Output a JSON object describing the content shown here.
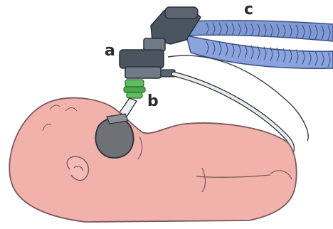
{
  "labels": {
    "a": "a",
    "b": "b",
    "c": "c"
  },
  "colors": {
    "skin": "#f2b2ac",
    "skin_outline": "#7a5a58",
    "hose": "#7f9ad3",
    "hose_ridge": "#3c4f86",
    "connector": "#4b5560",
    "connector_light": "#6f7a86",
    "adapter_green": "#5fbf5f",
    "tube": "#e8ecef",
    "mask": "#6e7276"
  }
}
